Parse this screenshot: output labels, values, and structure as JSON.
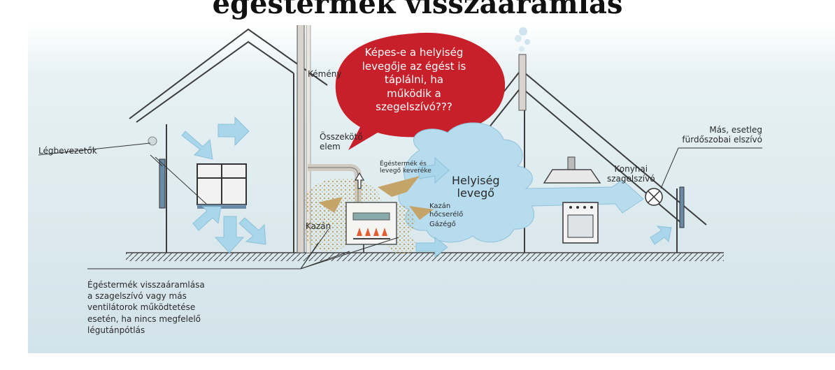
{
  "title": "égéstermék visszaáramlás",
  "speech_bubble": {
    "text": "Képes-e a helyiség\nlevegője az égést is\ntáplálni, ha\nműködik a\nszegelszívó???",
    "color": "#c8202a"
  },
  "labels": {
    "chimney": "Kémény",
    "connector": "Összekötő\nelem",
    "mixture": "Égéstermék és\nlevegő keveréke",
    "room_air": "Helyiség\nlevegő",
    "other_extractor": "Más, esetleg\nfürdőszobai elszívó",
    "kitchen_hood": "Konyhai\nszagelszívó",
    "boiler_hx": "Kazán\nhőcserélő",
    "gas_burner": "Gázégő",
    "boiler": "Kazán",
    "air_inlets": "Légbevezetők"
  },
  "note": "Égéstermék visszaáramlása\na szagelszívó vagy más\nventilátorok működtetése\nesetén, ha nincs megfelelő\nlégutánpótlás",
  "colors": {
    "background_band": "#dbe9ee",
    "house_line": "#3c3c3c",
    "air_arrow": "#a9d6ea",
    "smoke": "#c9a86a",
    "cloud": "#b7dcee"
  }
}
